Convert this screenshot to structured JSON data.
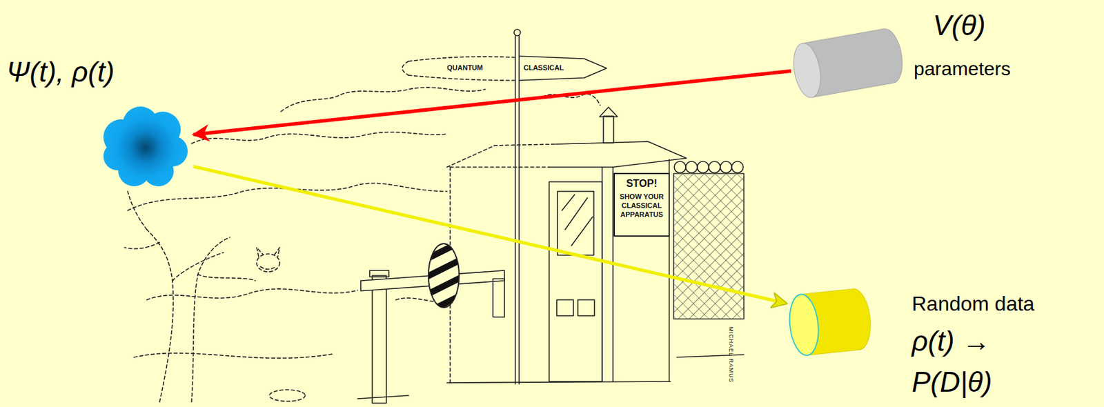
{
  "diagram": {
    "nodes": [
      {
        "text": [
          "Ψ(t), ρ(t)"
        ]
      },
      {
        "text": [
          "V(θ)",
          "parameters"
        ]
      },
      {
        "text": [
          "Random data",
          "ρ(t) → P(D|θ)"
        ]
      }
    ],
    "edges": [
      {
        "from": 1,
        "to": 0,
        "arrow": "to"
      },
      {
        "from": 0,
        "to": 2,
        "arrow": "to"
      }
    ],
    "labels": [
      "QUANTUM",
      "CLASSICAL",
      "STOP!",
      "SHOW YOUR CLASSICAL APPARATUS",
      "MICHAEL RAMUS"
    ]
  }
}
